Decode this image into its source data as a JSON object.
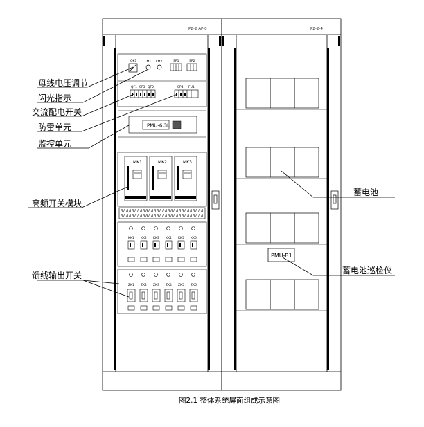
{
  "cabinet_left_header": "PZ-2 AP-0",
  "cabinet_right_header": "PZ-2-4",
  "labels": {
    "busbar": "母线电压调节",
    "flash": "闪光指示",
    "ac_switch": "交流配电开关",
    "surge": "防雷单元",
    "monitor": "监控单元",
    "hf_module": "高频开关模块",
    "feeder": "馈线输出开关",
    "battery": "蓄电池",
    "battery_inspector": "蓄电池巡检仪"
  },
  "small_texts": {
    "sw1": "QK1",
    "lamp1": "LM1",
    "lamp2": "LM2",
    "qf1": "QF1",
    "qf2": "QF2",
    "sp1": "SP1",
    "sp2": "SP2",
    "sp3": "SP3",
    "sp4": "SP4",
    "fu1": "FU1"
  },
  "monitor_display": "PMU-6.3L",
  "modules": [
    "MK1",
    "MK2",
    "MK3"
  ],
  "feeder_row1": [
    "KK1",
    "KK2",
    "KK3",
    "KK4",
    "KK5",
    "KK6"
  ],
  "feeder_row2": [
    "ZK1",
    "ZK2",
    "ZK3",
    "ZK4",
    "ZK5",
    "ZK6"
  ],
  "inspector_label": "PMU-B1",
  "caption": "图2.1 整体系统屏面组成示意图"
}
